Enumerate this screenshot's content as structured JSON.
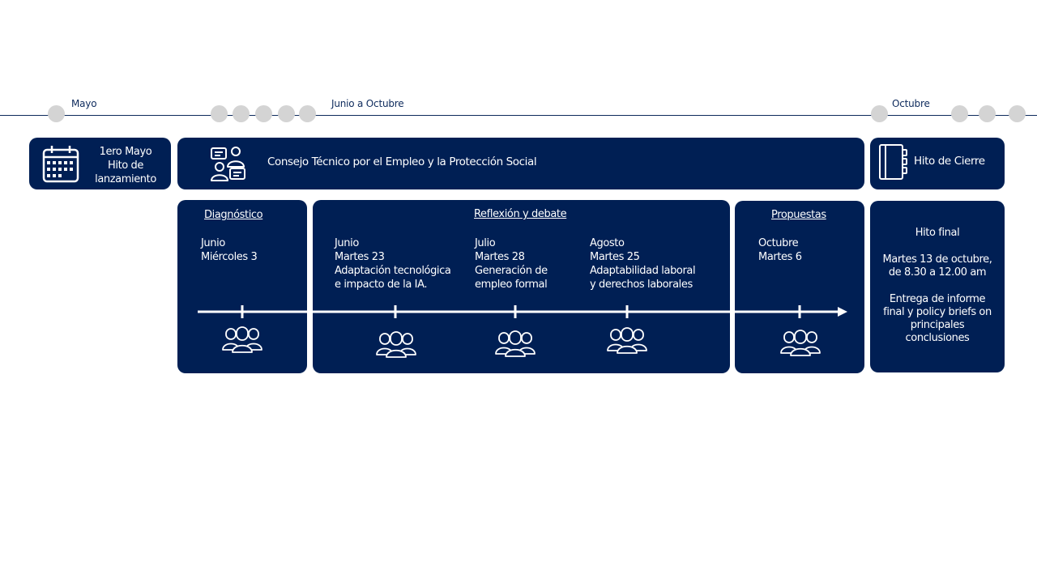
{
  "timeline": {
    "labels": {
      "mayo": "Mayo",
      "junio_octubre": "Junio a Octubre",
      "octubre": "Octubre"
    }
  },
  "launch": {
    "line1": "1ero Mayo",
    "line2": "Hito de",
    "line3": "lanzamiento",
    "icon": "calendar-icon"
  },
  "council": {
    "title": "Consejo  Técnico por el Empleo y la Protección Social",
    "icon": "people-chat-icon"
  },
  "closing": {
    "title": "Hito de Cierre",
    "icon": "notebook-icon"
  },
  "diagnostico": {
    "title": "Diagnóstico",
    "month": "Junio",
    "date": "Miércoles 3"
  },
  "reflexion": {
    "title": "Reflexión y debate",
    "sessions": [
      {
        "month": "Junio",
        "date": "Martes 23",
        "topic1": "Adaptación tecnológica",
        "topic2": "e impacto de la IA."
      },
      {
        "month": "Julio",
        "date": "Martes 28",
        "topic1": "Generación de",
        "topic2": "empleo formal"
      },
      {
        "month": "Agosto",
        "date": "Martes 25",
        "topic1": "Adaptabilidad laboral",
        "topic2": "y derechos laborales"
      }
    ]
  },
  "propuestas": {
    "title": "Propuestas",
    "month": "Octubre",
    "date": "Martes 6"
  },
  "final": {
    "title": "Hito final",
    "date1": "Martes 13 de octubre,",
    "date2": "de 8.30 a 12.00 am",
    "desc1": "Entrega de informe",
    "desc2": "final y policy briefs on",
    "desc3": "principales",
    "desc4": "conclusiones"
  },
  "colors": {
    "navy": "#001f54",
    "dot": "#d4d4d4",
    "line": "#0d2a5c"
  }
}
